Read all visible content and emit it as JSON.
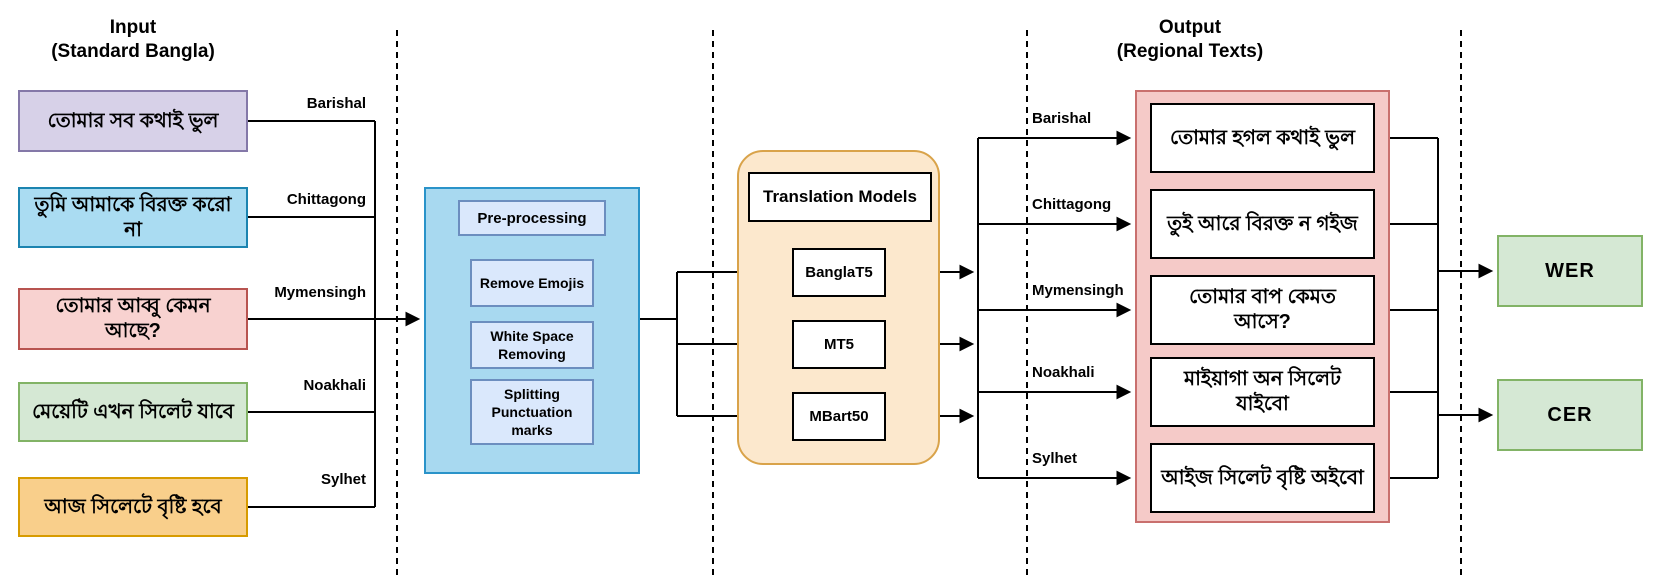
{
  "input_section": {
    "title_line1": "Input",
    "title_line2": "(Standard Bangla)",
    "items": [
      {
        "region": "Barishal",
        "text": "তোমার সব কথাই ভুল"
      },
      {
        "region": "Chittagong",
        "text": "তুমি আমাকে বিরক্ত করো না"
      },
      {
        "region": "Mymensingh",
        "text": "তোমার আব্বু কেমন আছে?"
      },
      {
        "region": "Noakhali",
        "text": "মেয়েটি এখন সিলেট যাবে"
      },
      {
        "region": "Sylhet",
        "text": "আজ সিলেটে বৃষ্টি হবে"
      }
    ]
  },
  "preprocessing": {
    "title": "Pre-processing",
    "steps": [
      "Remove Emojis",
      "White Space Removing",
      "Splitting Punctuation marks"
    ]
  },
  "models": {
    "title": "Translation Models",
    "items": [
      "BanglaT5",
      "MT5",
      "MBart50"
    ]
  },
  "output_section": {
    "title_line1": "Output",
    "title_line2": "(Regional Texts)",
    "items": [
      {
        "region": "Barishal",
        "text": "তোমার হগল কথাই ভুল"
      },
      {
        "region": "Chittagong",
        "text": "তুই আরে বিরক্ত ন গইজ"
      },
      {
        "region": "Mymensingh",
        "text": "তোমার বাপ কেমত আসে?"
      },
      {
        "region": "Noakhali",
        "text": "মাইয়াগা অন সিলেট যাইবো"
      },
      {
        "region": "Sylhet",
        "text": "আইজ সিলেট বৃষ্টি অইবো"
      }
    ]
  },
  "metrics": {
    "items": [
      "WER",
      "CER"
    ]
  },
  "colors": {
    "input_barishal_fill": "#d7d1e8",
    "input_barishal_border": "#8478a8",
    "input_chittagong_fill": "#aadcf2",
    "input_chittagong_border": "#1c84b0",
    "input_mymensingh_fill": "#f8d2d0",
    "input_mymensingh_border": "#b85450",
    "input_noakhali_fill": "#d5e8d4",
    "input_noakhali_border": "#82b366",
    "input_sylhet_fill": "#f9cf8b",
    "input_sylhet_border": "#d79b00",
    "preprocessing_fill": "#a8d9f0",
    "preprocessing_border": "#2a93c9",
    "preprocessing_step_fill": "#dae8fc",
    "preprocessing_step_border": "#6c8ebf",
    "models_fill": "#fce8cd",
    "models_border": "#d9a34a",
    "output_fill": "#f5cac8",
    "output_border": "#c9706e",
    "metric_fill": "#d5e8d4",
    "metric_border": "#82b366",
    "connector": "#000000"
  }
}
